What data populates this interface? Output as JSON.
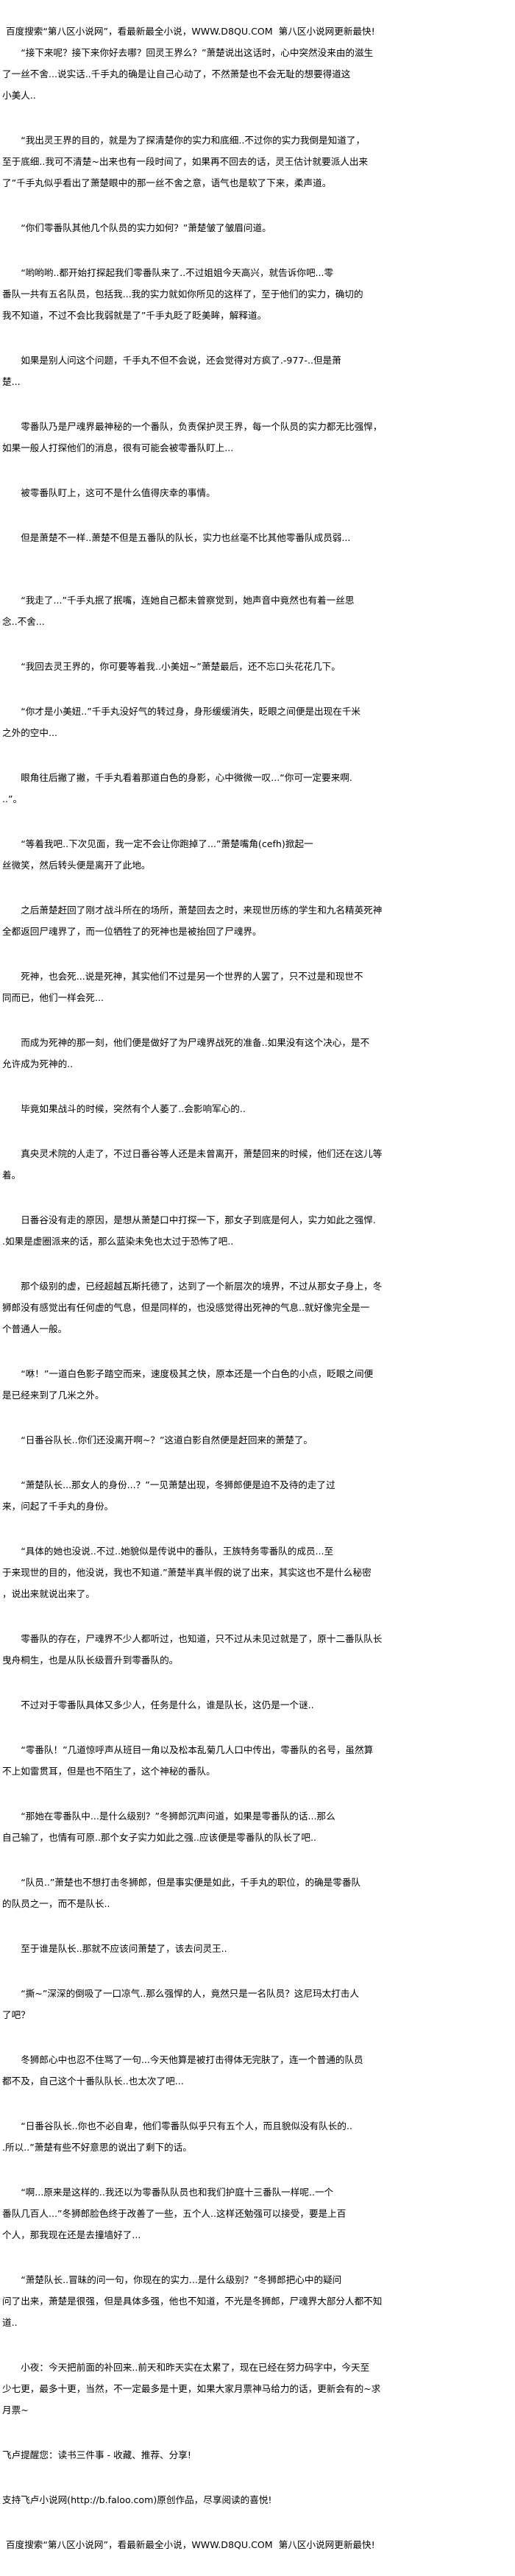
{
  "header": "百度搜索“第八区小说网”，看最新最全小说，WWW.D8QU.COM  第八区小说网更新最快!",
  "paragraphs": [
    "“接下来呢？接下来你好去哪？回灵王界么？”萧楚说出这话时，心中突然没来由的滋生\n了一丝不舍...说实话..千手丸的确是让自己心动了，不然萧楚也不会无耻的想要得道这\n小美人..",
    "“我出灵王界的目的，就是为了探清楚你的实力和底细..不过你的实力我倒是知道了，\n至于底细..我可不清楚~出来也有一段时间了，如果再不回去的话，灵王估计就要派人出来\n了”千手丸似乎看出了萧楚眼中的那一丝不舍之意，语气也是软了下来，柔声道。",
    "“你们零番队其他几个队员的实力如何？”萧楚皱了皱眉问道。",
    "“哟哟哟..都开始打探起我们零番队来了..不过姐姐今天高兴，就告诉你吧...零\n番队一共有五名队员，包括我...我的实力就如你所见的这样了，至于他们的实力，确切的\n我不知道，不过不会比我弱就是了”千手丸眨了眨美眸，解释道。",
    "如果是别人问这个问题，千手丸不但不会说，还会觉得对方疯了.-977-..但是萧\n楚...",
    "零番队乃是尸魂界最神秘的一个番队，负责保护灵王界，每一个队员的实力都无比强悍，\n如果一般人打探他们的消息，很有可能会被零番队盯上...",
    "被零番队盯上，这可不是什么值得庆幸的事情。",
    "但是萧楚不一样..萧楚不但是五番队的队长，实力也丝毫不比其他零番队成员弱...",
    "“我走了...”千手丸抿了抿嘴，连她自己都未曾察觉到，她声音中竟然也有着一丝思\n念..不舍...",
    "“我回去灵王界的，你可要等着我..小美妞~”萧楚最后，还不忘口头花花几下。",
    "“你才是小美妞..”千手丸没好气的转过身，身形缓缓消失，眨眼之间便是出现在千米\n之外的空中...",
    "眼角往后撇了撇，千手丸看着那道白色的身影，心中微微一叹...“你可一定要来啊.\n..”。",
    "“等着我吧..下次见面，我一定不会让你跑掉了...”萧楚嘴角(cefh)掀起一\n丝微笑，然后转头便是离开了此地。",
    "之后萧楚赶回了刚才战斗所在的场所，萧楚回去之时，来现世历练的学生和九名精英死神\n全都返回尸魂界了，而一位牺牲了的死神也是被抬回了尸魂界。",
    "死神，也会死...说是死神，其实他们不过是另一个世界的人罢了，只不过是和现世不\n同而已，他们一样会死...",
    "而成为死神的那一刻，他们便是做好了为尸魂界战死的准备..如果没有这个决心，是不\n允许成为死神的..",
    "毕竟如果战斗的时候，突然有个人萎了..会影响军心的..",
    "真央灵术院的人走了，不过日番谷等人还是未曾离开，萧楚回来的时候，他们还在这儿等\n着。",
    "日番谷没有走的原因，是想从萧楚口中打探一下，那女子到底是何人，实力如此之强悍.\n.如果是虚圈派来的话，那么蓝染未免也太过于恐怖了吧..",
    "那个级别的虚，已经超越瓦斯托德了，达到了一个新层次的境界，不过从那女子身上，冬\n狮郎没有感觉出有任何虚的气息，但是同样的，也没感觉得出死神的气息..就好像完全是一\n个普通人一般。",
    "“咻！”一道白色影子踏空而来，速度极其之快，原本还是一个白色的小点，眨眼之间便\n是已经来到了几米之外。",
    "“日番谷队长..你们还没离开啊~？”这道白影自然便是赶回来的萧楚了。",
    "“萧楚队长...那女人的身份...？”一见萧楚出现，冬狮郎便是迫不及待的走了过\n来，问起了千手丸的身份。",
    "“具体的她也没说..不过..她貌似是传说中的番队，王族特务零番队的成员...至\n于来现世的目的，他没说，我也不知道.”萧楚半真半假的说了出来，其实这也不是什么秘密\n，说出来就说出来了。",
    "零番队的存在，尸魂界不少人都听过，也知道，只不过从未见过就是了，原十二番队队长\n曳舟桐生，也是从队长级晋升到零番队的。",
    "不过对于零番队具体又多少人，任务是什么，谁是队长，这仍是一个谜..",
    "“零番队！”几道惊呼声从班目一角以及松本乱菊几人口中传出，零番队的名号，虽然算\n不上如雷贯耳，但是也不陌生了，这个神秘的番队。",
    "“那她在零番队中...是什么级别？”冬狮郎沉声问道，如果是零番队的话...那么\n自己输了，也情有可原..那个女子实力如此之强..应该便是零番队的队长了吧..",
    "“队员..”萧楚也不想打击冬狮郎，但是事实便是如此，千手丸的职位，的确是零番队\n的队员之一，而不是队长..",
    "至于谁是队长..那就不应该问萧楚了，该去问灵王..",
    "“撕~”深深的倒吸了一口凉气..那么强悍的人，竟然只是一名队员？这尼玛太打击人\n了吧？",
    "冬狮郎心中也忍不住骂了一句...今天他算是被打击得体无完肤了，连一个普通的队员\n都不及，自己这个十番队队长..也太次了吧...",
    "“日番谷队长..你也不必自卑，他们零番队似乎只有五个人，而且貌似没有队长的..\n.所以..”萧楚有些不好意思的说出了剩下的话。",
    "“啊...原来是这样的..我还以为零番队队员也和我们护庭十三番队一样呢..一个\n番队几百人...”冬狮郎脸色终于改善了一些，五个人..这样还勉强可以接受，要是上百\n个人，那我现在还是去撞墙好了...",
    "“萧楚队长..冒昧的问一句，你现在的实力...是什么级别？”冬狮郎把心中的疑问\n问了出来，萧楚是很强，但是具体多强，他也不知道，不光是冬狮郎，尸魂界大部分人都不知\n道..",
    "小夜：今天把前面的补回来..前天和昨天实在太累了，现在已经在努力码字中，今天至\n少七更，最多十更，当然，不一定最多是十更，如果大家月票神马给力的话，更新会有的~求\n月票~"
  ],
  "footer": {
    "reminder": "飞卢提醒您：读书三件事 - 收藏、推荐、分享!",
    "support": "支持飞卢小说网(http://b.faloo.com)原创作品，尽享阅读的喜悦!",
    "site_notice": "百度搜索“第八区小说网”，看最新最全小说，WWW.D8QU.COM  第八区小说网更新最快!"
  }
}
